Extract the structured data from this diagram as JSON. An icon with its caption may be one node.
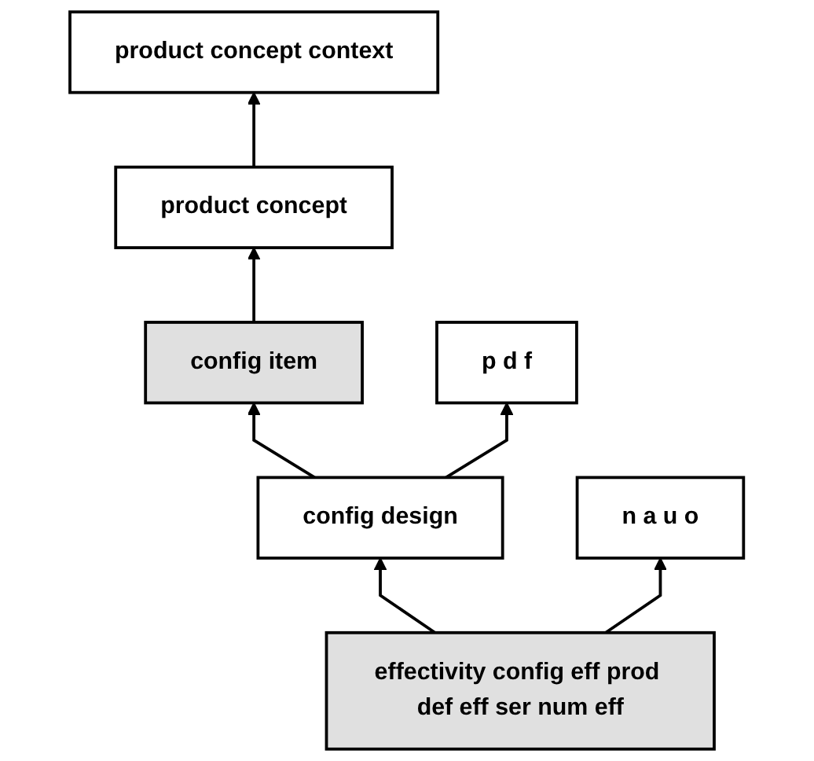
{
  "diagram": {
    "nodes": [
      {
        "text": [
          "product concept context"
        ]
      },
      {
        "text": [
          "product concept"
        ]
      },
      {
        "text": [
          "config item"
        ]
      },
      {
        "text": [
          "config design"
        ]
      },
      {
        "text": [
          "p d f"
        ]
      },
      {
        "text": [
          "effectivity config eff prod def eff ser num eff"
        ]
      },
      {
        "text": [
          "n a u o"
        ]
      }
    ],
    "edges": [
      {
        "from": 1,
        "to": 0,
        "arrow": "to"
      },
      {
        "from": 2,
        "to": 1,
        "arrow": "to"
      },
      {
        "from": 3,
        "to": 2,
        "arrow": "to"
      },
      {
        "from": 3,
        "to": 4,
        "arrow": "to"
      },
      {
        "from": 5,
        "to": 3,
        "arrow": "to"
      },
      {
        "from": 5,
        "to": 6,
        "arrow": "to"
      }
    ]
  }
}
